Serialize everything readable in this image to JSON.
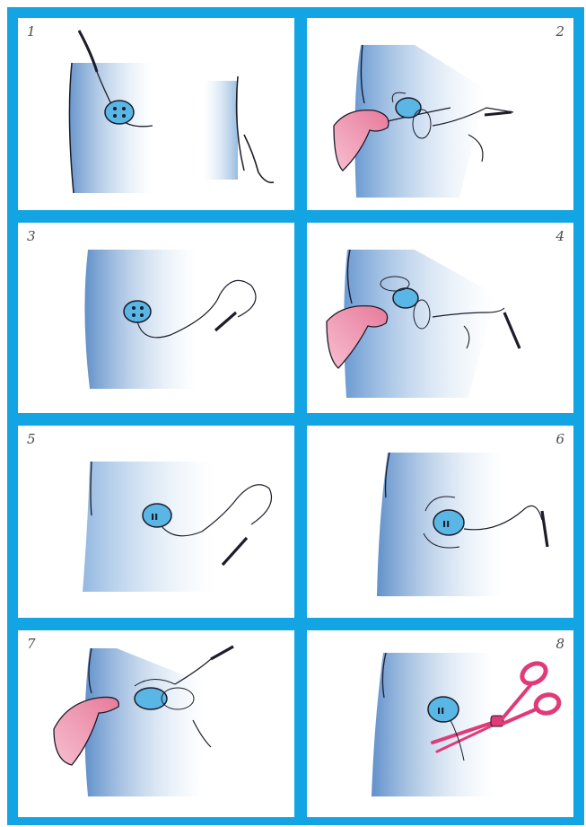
{
  "instructions": {
    "steps": [
      {
        "number": "1"
      },
      {
        "number": "2"
      },
      {
        "number": "3"
      },
      {
        "number": "4"
      },
      {
        "number": "5"
      },
      {
        "number": "6"
      },
      {
        "number": "7"
      },
      {
        "number": "8"
      }
    ]
  },
  "colors": {
    "border": "#13a4e3",
    "fabric_shade": "#5b8ecb",
    "button": "#5ab6e4",
    "thread": "#1c1c2a",
    "hand": "#f2a3b8",
    "scissors": "#e03a78"
  }
}
